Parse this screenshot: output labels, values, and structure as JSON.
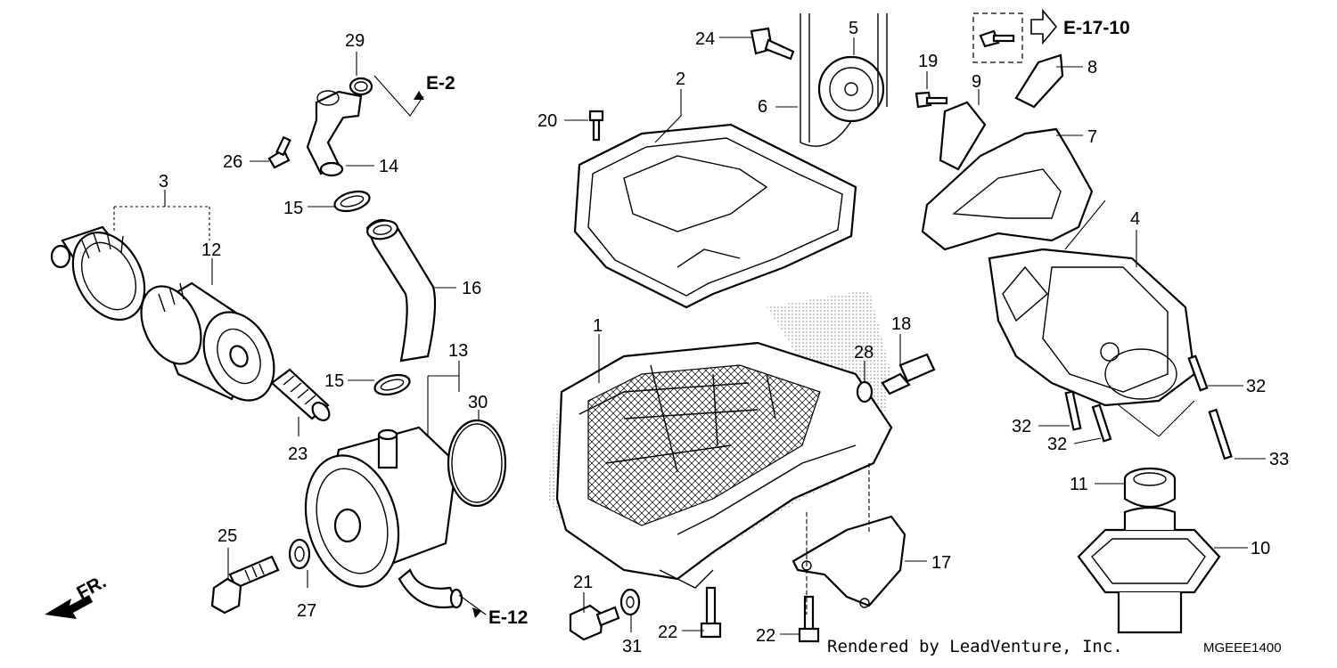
{
  "callouts": {
    "c1": "1",
    "c2": "2",
    "c3": "3",
    "c4": "4",
    "c5": "5",
    "c6": "6",
    "c7": "7",
    "c8": "8",
    "c9": "9",
    "c10": "10",
    "c11": "11",
    "c12": "12",
    "c13": "13",
    "c14": "14",
    "c15a": "15",
    "c15b": "15",
    "c16": "16",
    "c17": "17",
    "c18": "18",
    "c19": "19",
    "c20": "20",
    "c21": "21",
    "c22a": "22",
    "c22b": "22",
    "c23": "23",
    "c24": "24",
    "c25": "25",
    "c26": "26",
    "c27": "27",
    "c28": "28",
    "c29": "29",
    "c30": "30",
    "c31": "31",
    "c32a": "32",
    "c32b": "32",
    "c32c": "32",
    "c33": "33"
  },
  "references": {
    "e2": "E-2",
    "e12": "E-12",
    "e1710": "E-17-10"
  },
  "front_marker": "FR.",
  "footer": {
    "credit": "Rendered by LeadVenture, Inc.",
    "diagram_code": "MGEEE1400"
  }
}
